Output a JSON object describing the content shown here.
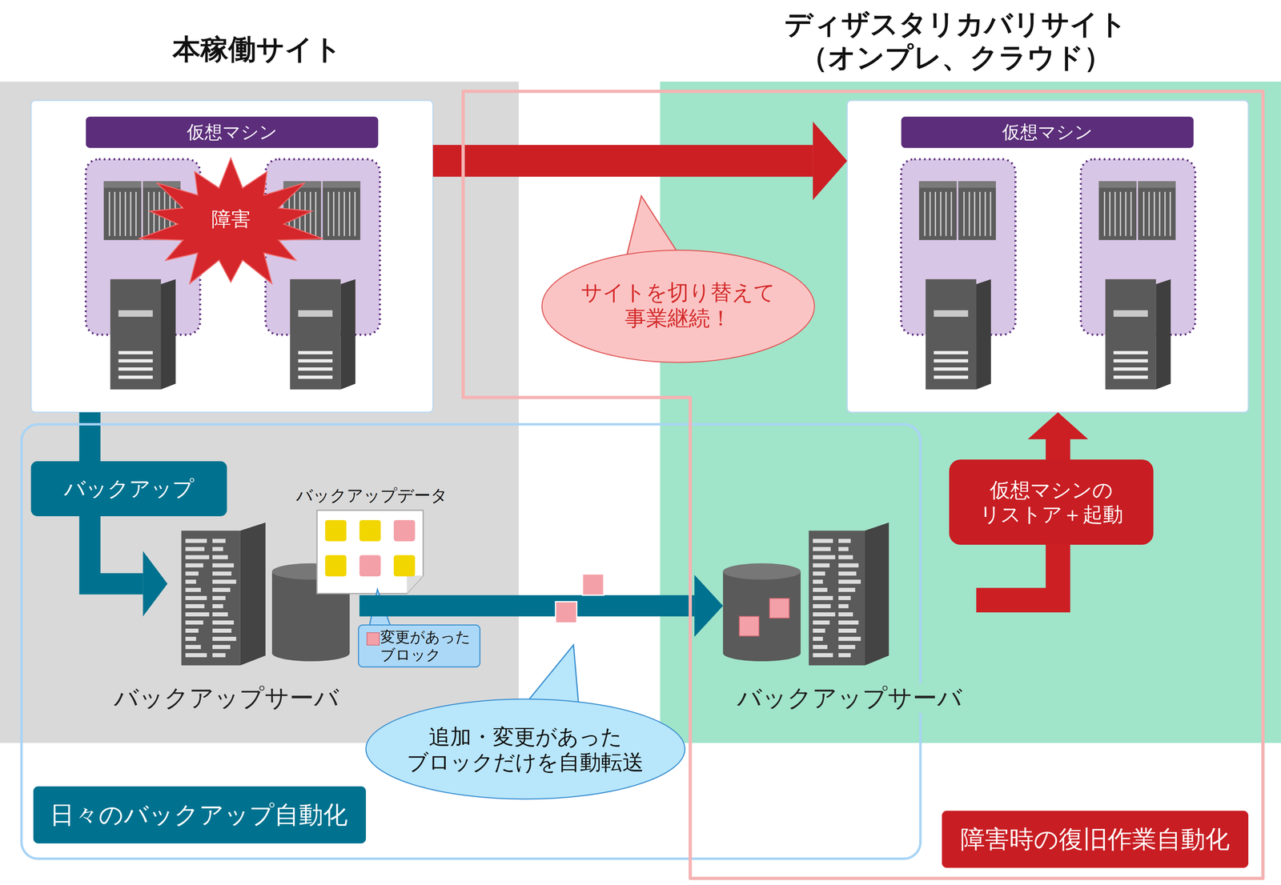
{
  "diagram": {
    "nodes": [
      {
        "text": [
          "本稼働サイト"
        ]
      },
      {
        "text": [
          "ディザスタリカバリサイト （オンプレ、クラウド）"
        ]
      },
      {
        "text": [
          "仮想マシン"
        ],
        "in": 0
      },
      {
        "text": [
          "障害"
        ],
        "in": 2
      },
      {
        "text": [
          "バックアップデータ"
        ],
        "in": 0
      },
      {
        "text": [
          "変更があった ブロック"
        ],
        "in": 0
      },
      {
        "text": [
          "バックアップサーバ"
        ],
        "in": 0
      },
      {
        "text": [
          "仮想マシン"
        ],
        "in": 1
      },
      {
        "text": [
          "バックアップサーバ"
        ],
        "in": 1
      },
      {
        "text": [
          "サイトを切り替えて 事業継続！"
        ]
      },
      {
        "text": [
          "追加・変更があった ブロックだけを自動転送"
        ]
      },
      {
        "text": [
          "日々のバックアップ自動化"
        ]
      },
      {
        "text": [
          "障害時の復旧作業自動化"
        ]
      }
    ],
    "edges": [
      {
        "from": 2,
        "to": 7,
        "arrow": "to"
      },
      {
        "from": 2,
        "to": 6,
        "label": "バックアップ",
        "arrow": "to"
      },
      {
        "from": 6,
        "to": 8,
        "arrow": "to"
      },
      {
        "from": 8,
        "to": 7,
        "label": "仮想マシンの リストア＋起動",
        "arrow": "to"
      }
    ]
  }
}
